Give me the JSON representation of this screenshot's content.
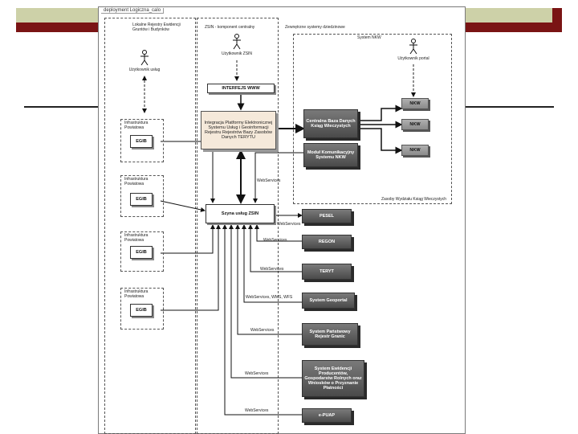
{
  "frame_title": "deployment Logiczna_calo",
  "zones": {
    "left": "Lokalne Rejestry Ewidencji Gruntów i Budynków",
    "center": "ZSIN - komponent centralny",
    "right": "Zewnętrzne systemy dziedzinowe",
    "system_ksiag": "System NKW",
    "system_ksiag_footer": "Zasoby Wydziału Ksiąg Wieczystych"
  },
  "actors": {
    "left": "Użytkownik usług",
    "center": "Użytkownik ZSIN",
    "right": "Użytkownik portal"
  },
  "infrastructures": [
    {
      "label": "Infrastruktura Powiatowa",
      "box": "EGIB"
    },
    {
      "label": "Infrastruktura Powiatowa",
      "box": "EGIB"
    },
    {
      "label": "Infrastruktura Powiatowa",
      "box": "EGIB"
    },
    {
      "label": "Infrastruktura Powiatowa",
      "box": "EGIB"
    }
  ],
  "center_boxes": {
    "interfejs": "INTERFEJS WWW",
    "integracja": "Integracja Platformy Elektronicznej Systemu Usług i Geoinformacji Rejestru Rejestrów Bazy Zasobów Danych TERYTU",
    "szyna": "Szyna usług ZSIN"
  },
  "nkw": {
    "central": "Centralna Baza Danych Ksiąg Wieczystych",
    "modul": "Moduł Komunikacyjny Systemu NKW",
    "small": [
      "NKW",
      "NKW",
      "NKW"
    ]
  },
  "external_systems": [
    {
      "name": "PESEL",
      "conn": "WebServices"
    },
    {
      "name": "REGON",
      "conn": "WebServices"
    },
    {
      "name": "TERYT",
      "conn": "WebServices"
    },
    {
      "name": "System Geoportal",
      "conn": "WebServices, WMS, WFS"
    },
    {
      "name": "System Państwowy Rejestr Granic",
      "conn": "WebServices"
    },
    {
      "name": "System Ewidencji Producentów, Gospodarstw Rolnych oraz Wniosków o Przyznanie Płatności",
      "conn": "WebServices"
    },
    {
      "name": "e-PUAP",
      "conn": "WebServices"
    }
  ],
  "misc_labels": {
    "ws_nkw": "WebServices"
  }
}
